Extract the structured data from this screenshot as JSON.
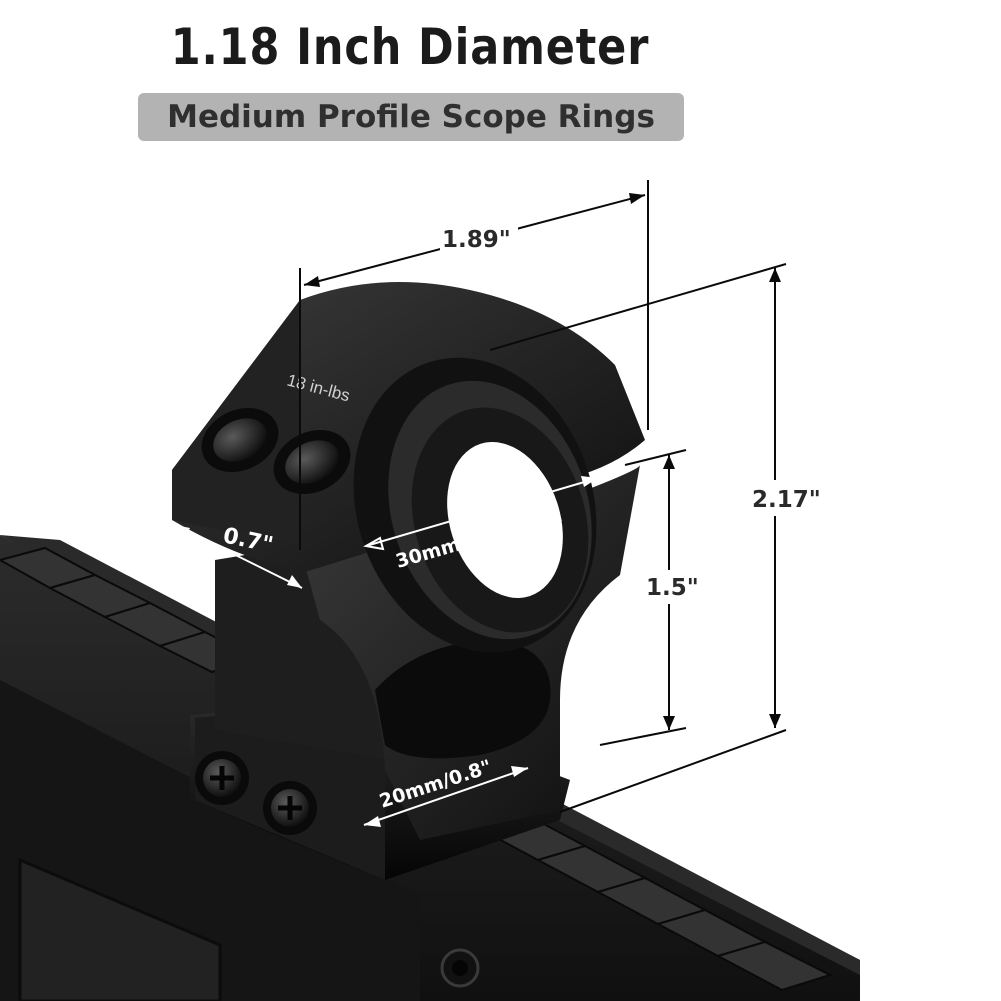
{
  "header": {
    "title": "1.18 Inch Diameter",
    "subtitle": "Medium Profile Scope Rings"
  },
  "dimensions": {
    "width": "1.89\"",
    "base_height": "1.5\"",
    "total_height": "2.17\"",
    "ring_width": "0.7\"",
    "inner_diameter": "30mm/1.18 Inch",
    "base_width": "20mm/0.8\""
  },
  "engraving": "18 in-lbs",
  "colors": {
    "background": "#ffffff",
    "metal": "#1a1a1a",
    "badge": "#b3b3b3",
    "text": "#1b1b1b"
  }
}
